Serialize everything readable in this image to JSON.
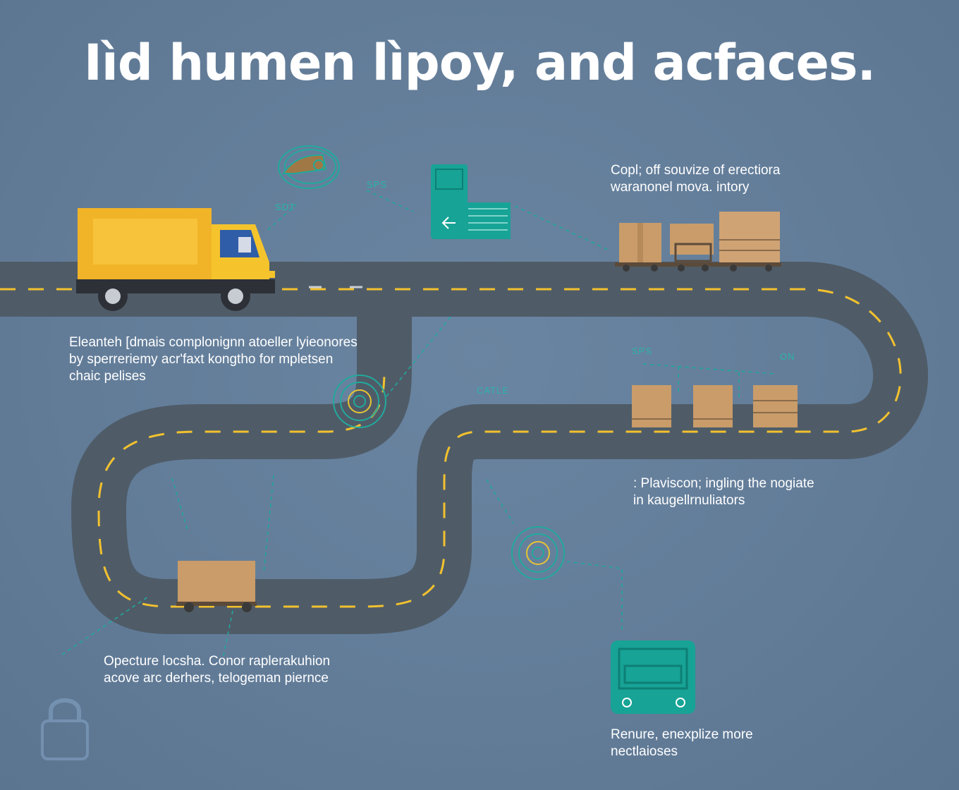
{
  "title": "Iìd humen  lìpoy, and acfaces.",
  "captions": {
    "top_right": [
      "Copl; off souvize of erectiora",
      "waranonel mova. intory"
    ],
    "left_middle": [
      "Eleanteh [dmais complonignn atoeller lyieonores",
      "by sperreriemy acr'faxt kongtho for mpletsen",
      "chaic pelises"
    ],
    "right_middle": [
      ": Plaviscon; ingling the nogiate",
      "in kaugellrnuliators"
    ],
    "bottom_left": [
      "Opecture locsha. Conor raplerakuhion",
      "acove arc derhers, telogeman piernce"
    ],
    "bottom_right": [
      "Renure, enexplize more",
      "nectlaioses"
    ]
  },
  "labels": {
    "sps": "SPS",
    "sdt": "SDT",
    "catle": "CATLE",
    "sps2": "SPS",
    "on": "ON"
  },
  "icons": [
    "delivery-truck-icon",
    "route-map-icon",
    "scanner-terminal-icon",
    "box-cart-icon",
    "stacked-boxes-icon",
    "sensor-target-icon",
    "printer-device-icon",
    "padlock-icon"
  ],
  "colors": {
    "background": "#637e9a",
    "road": "#4f5c68",
    "lane_marking": "#f2c12e",
    "truck_body": "#f1b428",
    "accent_teal": "#1aa89a",
    "box": "#c99c6a",
    "text": "#ffffff"
  }
}
